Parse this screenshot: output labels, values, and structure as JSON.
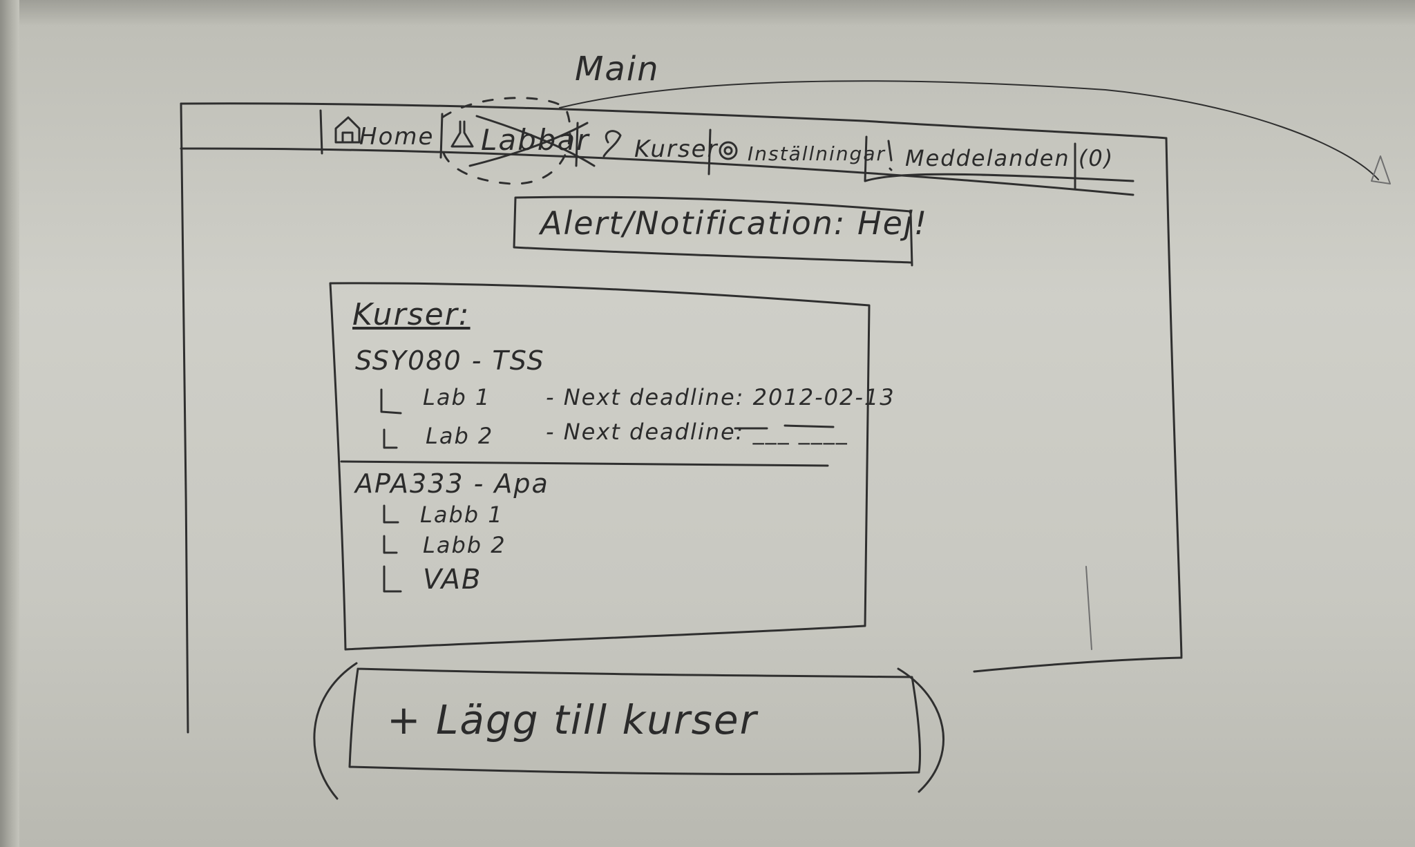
{
  "title": "Main",
  "nav": {
    "items": [
      {
        "label": "Home",
        "icon": "home-icon"
      },
      {
        "label": "Labbar",
        "icon": "flask-icon"
      },
      {
        "label": "Kurser",
        "icon": "graduation-icon"
      },
      {
        "label": "Inställningar",
        "icon": "gear-icon"
      },
      {
        "label": "Meddelanden (0)",
        "icon": "exclamation-icon"
      }
    ]
  },
  "alert": {
    "text": "Alert/Notification: Hej!"
  },
  "courses": {
    "heading": "Kurser:",
    "list": [
      {
        "title": "SSY080 - TSS",
        "labs": [
          {
            "label": "Lab 1",
            "deadline": "- Next deadline: 2012-02-13"
          },
          {
            "label": "Lab 2",
            "deadline": "- Next deadline: ___ ____"
          }
        ]
      },
      {
        "title": "APA333 - Apa",
        "labs": [
          {
            "label": "Labb 1"
          },
          {
            "label": "Labb 2"
          },
          {
            "label": "VAB"
          }
        ]
      }
    ]
  },
  "add_button": {
    "label": "+ Lägg till kurser"
  },
  "colors": {
    "board": "#c8c8c1",
    "marker": "#2b2b2b"
  }
}
